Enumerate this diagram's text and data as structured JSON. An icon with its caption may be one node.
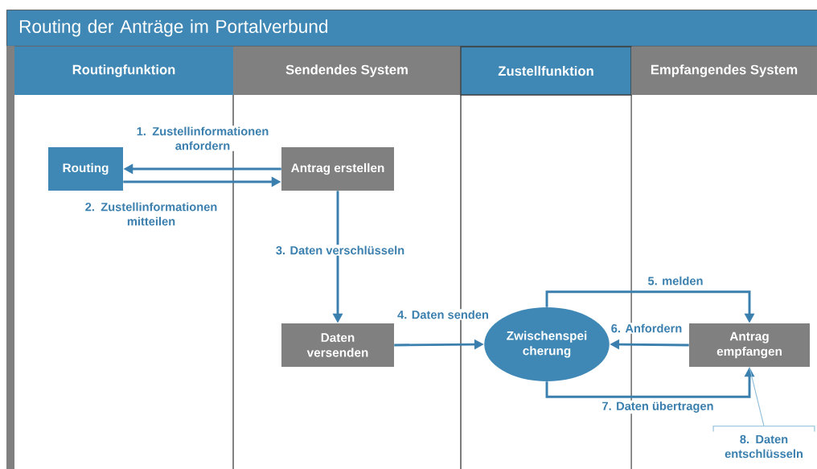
{
  "diagram": {
    "title": "Routing der Anträge im Portalverbund",
    "nodes": [
      {
        "text": [
          "Routingfunktion"
        ]
      },
      {
        "text": [
          "Sendendes System"
        ]
      },
      {
        "text": [
          "Zustellfunktion"
        ]
      },
      {
        "text": [
          "Empfangendes System"
        ]
      },
      {
        "text": [
          "Routing"
        ]
      },
      {
        "text": [
          "Antrag erstellen"
        ]
      },
      {
        "text": [
          "Daten versenden"
        ]
      },
      {
        "text": [
          "Zwischenspei cherung"
        ]
      },
      {
        "text": [
          "Antrag empfangen"
        ]
      },
      {
        "text": [
          "8. Daten entschlüsseln"
        ]
      }
    ],
    "edges": [
      {
        "from": 5,
        "to": 4,
        "arrow": "to",
        "label": "1. Zustellinformationen anfordern"
      },
      {
        "from": 4,
        "to": 5,
        "arrow": "to",
        "label": "2. Zustellinformationen mitteilen"
      },
      {
        "from": 5,
        "to": 6,
        "arrow": "to",
        "label": "3. Daten verschlüsseln"
      },
      {
        "from": 6,
        "to": 7,
        "arrow": "to",
        "label": "4. Daten senden"
      },
      {
        "from": 7,
        "to": 8,
        "arrow": "to",
        "label": "5. melden"
      },
      {
        "from": 8,
        "to": 7,
        "arrow": "to",
        "label": "6. Anfordern"
      },
      {
        "from": 7,
        "to": 8,
        "arrow": "to",
        "label": "7. Daten übertragen"
      },
      {
        "from": 9,
        "to": 8,
        "arrow": "none",
        "color": "#8bbbd8"
      }
    ]
  }
}
